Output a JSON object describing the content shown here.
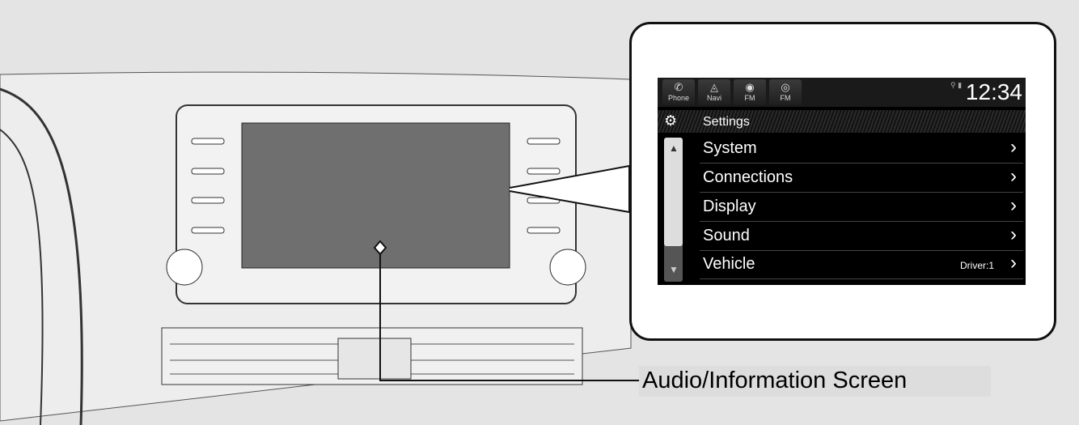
{
  "screen": {
    "topbar": [
      {
        "label": "Phone",
        "icon": "phone-icon"
      },
      {
        "label": "Navi",
        "icon": "navi-icon"
      },
      {
        "label": "FM",
        "icon": "fm-icon"
      },
      {
        "label": "FM",
        "icon": "fm-radio-icon"
      }
    ],
    "clock": "12:34",
    "header": "Settings",
    "items": [
      {
        "label": "System"
      },
      {
        "label": "Connections"
      },
      {
        "label": "Display"
      },
      {
        "label": "Sound"
      },
      {
        "label": "Vehicle",
        "sub": "Driver:1"
      }
    ]
  },
  "caption": "Audio/Information Screen"
}
